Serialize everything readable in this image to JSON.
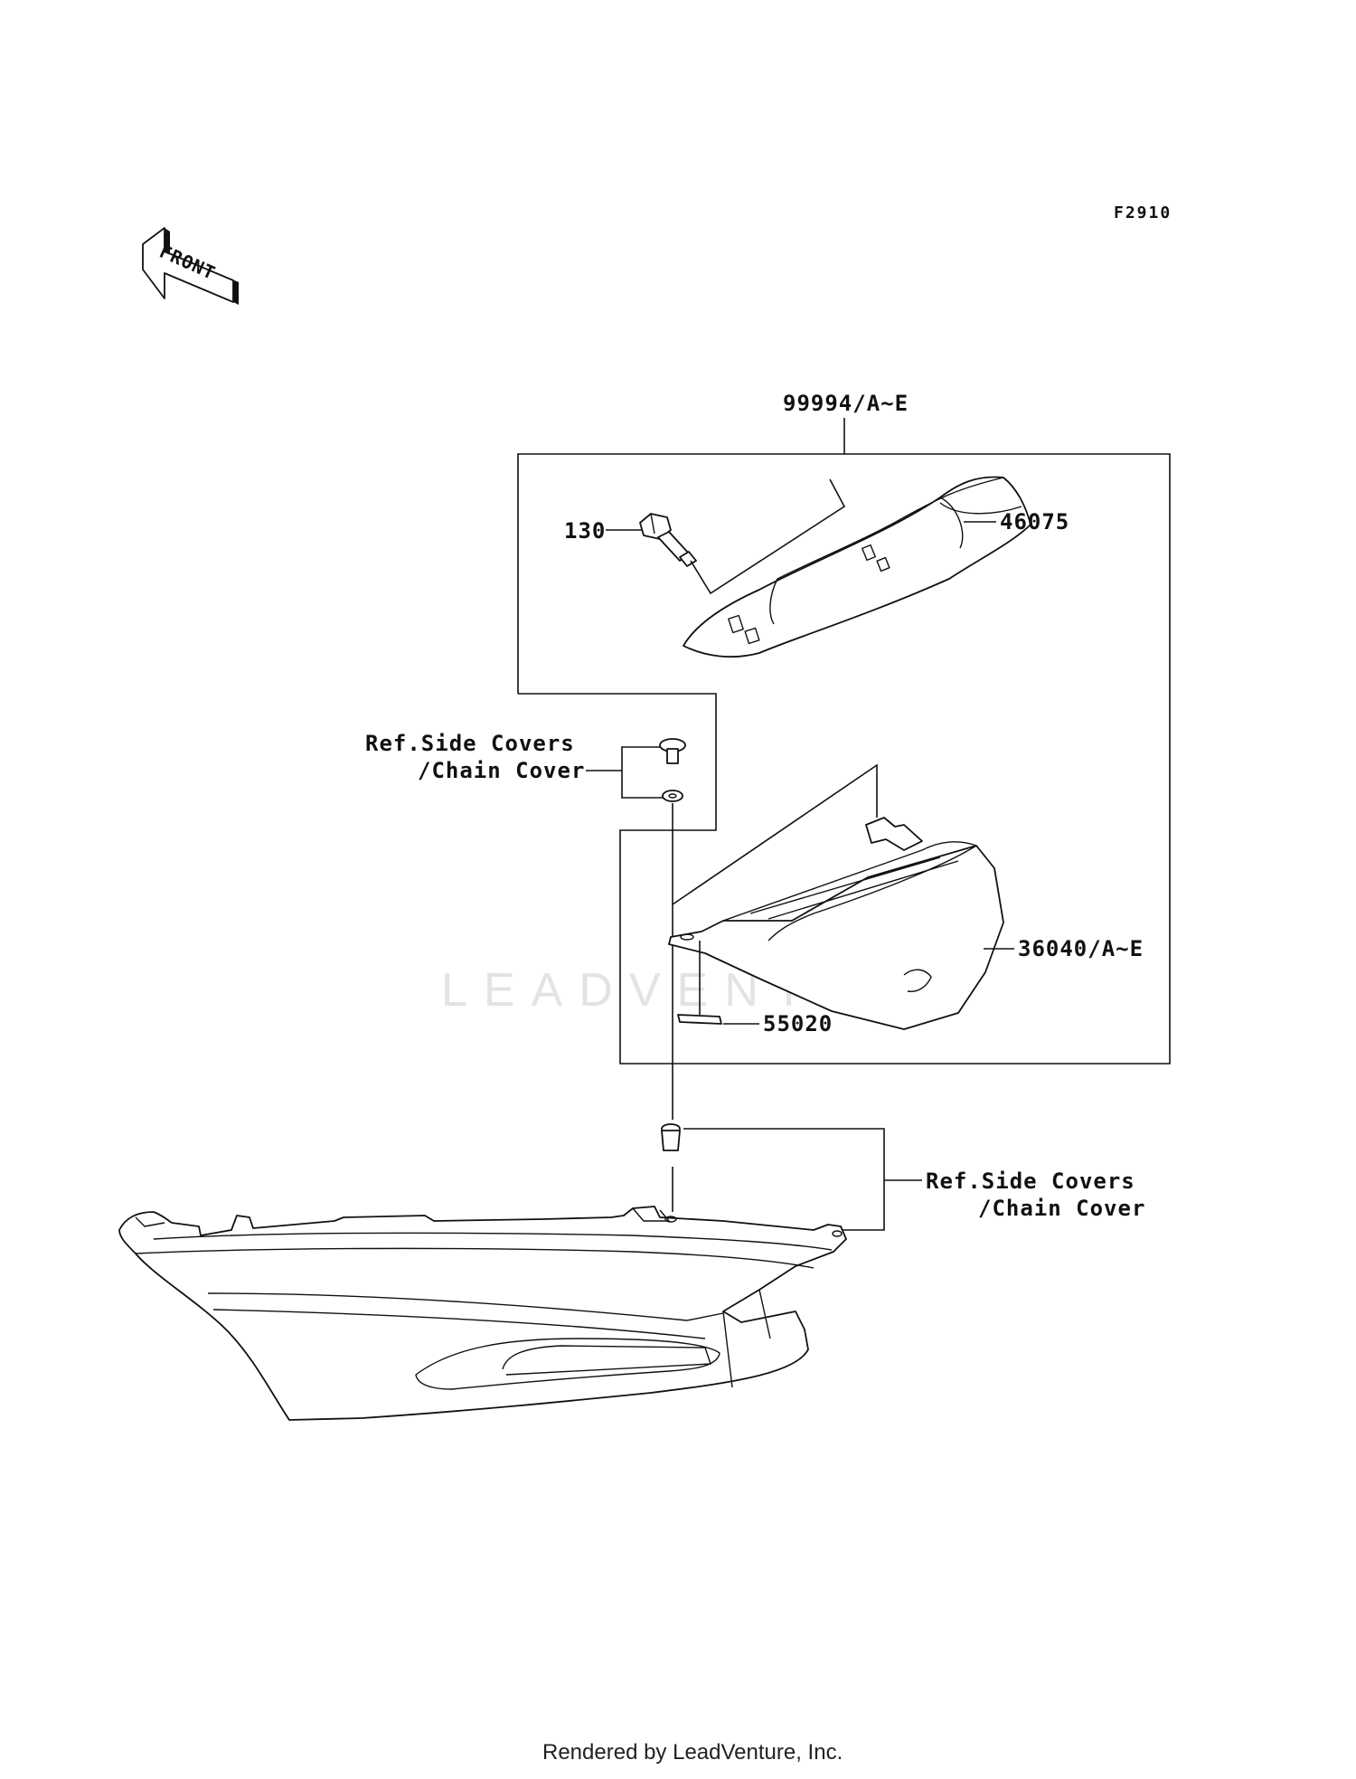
{
  "diagram": {
    "figure_code": "F2910",
    "front_arrow_label": "FRONT",
    "watermark": "LEADVENTURE",
    "footer": "Rendered by LeadVenture, Inc.",
    "callouts": {
      "kit": "99994/A~E",
      "bolt": "130",
      "grab_rail": "46075",
      "ref_upper_line1": "Ref.Side Covers",
      "ref_upper_line2": "/Chain Cover",
      "side_cover": "36040/A~E",
      "pad": "55020",
      "ref_lower_line1": "Ref.Side Covers",
      "ref_lower_line2": "/Chain Cover"
    }
  }
}
